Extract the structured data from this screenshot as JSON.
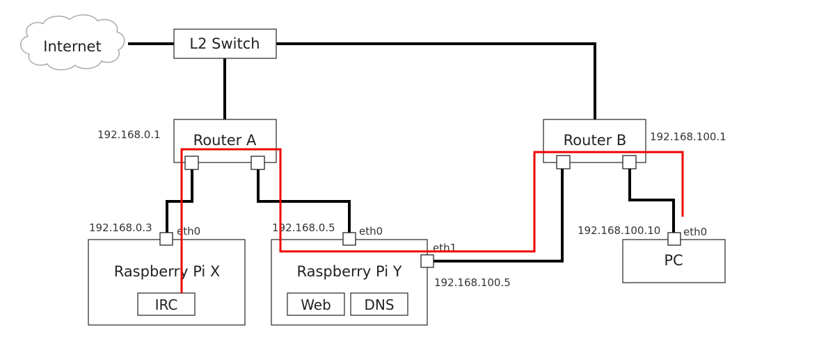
{
  "nodes": {
    "internet": {
      "label": "Internet"
    },
    "switch": {
      "label": "L2 Switch"
    },
    "router_a": {
      "label": "Router A",
      "ip": "192.168.0.1"
    },
    "router_b": {
      "label": "Router B",
      "ip": "192.168.100.1"
    },
    "pi_x": {
      "label": "Raspberry Pi X",
      "ip": "192.168.0.3",
      "iface": "eth0",
      "services": [
        "IRC"
      ]
    },
    "pi_y": {
      "label": "Raspberry Pi Y",
      "ip_eth0": "192.168.0.5",
      "iface_eth0": "eth0",
      "ip_eth1": "192.168.100.5",
      "iface_eth1": "eth1",
      "services": [
        "Web",
        "DNS"
      ]
    },
    "pc": {
      "label": "PC",
      "ip": "192.168.100.10",
      "iface": "eth0"
    }
  },
  "colors": {
    "wire": "#000000",
    "highlight_path": "#ee0000"
  },
  "highlight_path": {
    "description": "Route from Raspberry Pi X (IRC) via Router A, Raspberry Pi Y, Router B to PC",
    "hops": [
      "IRC",
      "Router A",
      "Raspberry Pi Y",
      "Router B",
      "PC"
    ]
  }
}
